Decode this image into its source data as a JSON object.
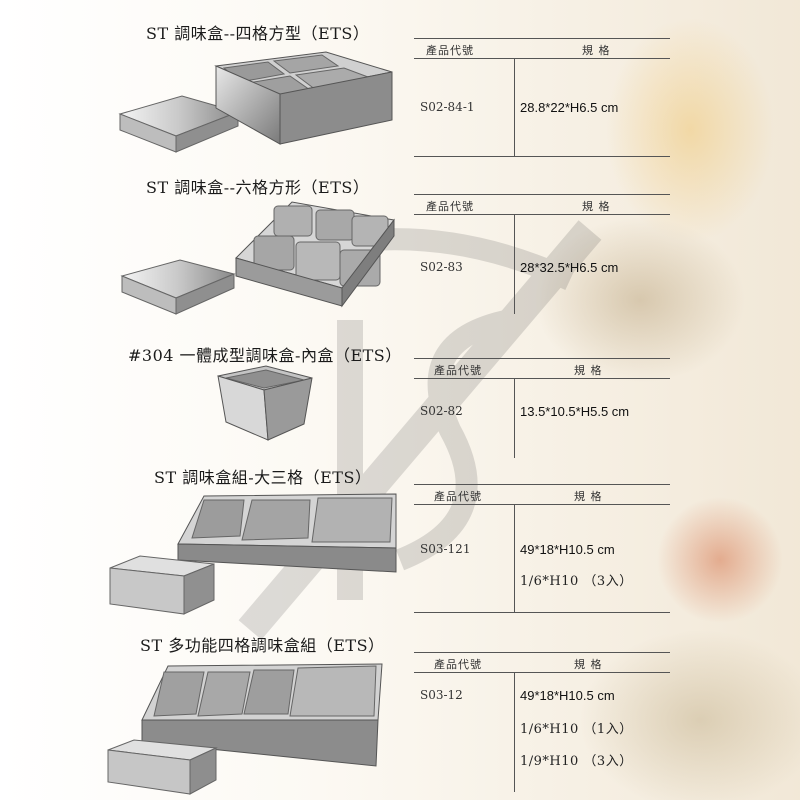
{
  "header_code": "產品代號",
  "header_spec": "規 格",
  "products": [
    {
      "title": "ST 調味盒--四格方型（ETS）",
      "code": "S02-84-1",
      "size": "28.8*22*H6.5 cm",
      "extras": []
    },
    {
      "title": "ST 調味盒--六格方形（ETS）",
      "code": "S02-83",
      "size": "28*32.5*H6.5 cm",
      "extras": []
    },
    {
      "title": "#304 一體成型調味盒-內盒（ETS）",
      "code": "S02-82",
      "size": "13.5*10.5*H5.5 cm",
      "extras": []
    },
    {
      "title": "ST 調味盒組-大三格（ETS）",
      "code": "S03-121",
      "size": "49*18*H10.5 cm",
      "extras": [
        "1/6*H10 （3入）"
      ]
    },
    {
      "title": "ST 多功能四格調味盒組（ETS）",
      "code": "S03-12",
      "size": "49*18*H10.5 cm",
      "extras": [
        "1/6*H10 （1入）",
        "1/9*H10 （3入）"
      ]
    }
  ]
}
